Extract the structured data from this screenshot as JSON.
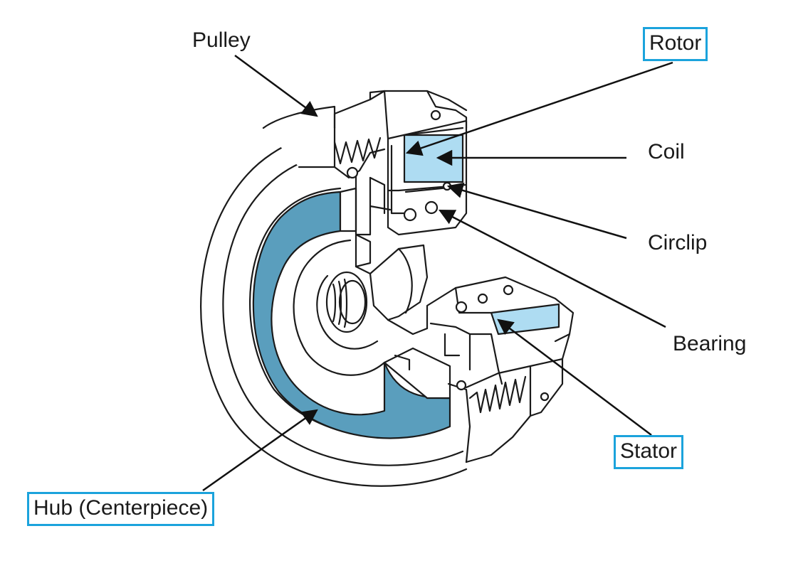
{
  "labels": {
    "pulley": "Pulley",
    "rotor": "Rotor",
    "coil": "Coil",
    "circlip": "Circlip",
    "bearing": "Bearing",
    "stator": "Stator",
    "hub": "Hub (Centerpiece)"
  },
  "colors": {
    "hub_band": "#5a9ebd",
    "coil_fill": "#aedcf2",
    "label_box_border": "#1ba3dc",
    "outline": "#1a1a1a"
  }
}
